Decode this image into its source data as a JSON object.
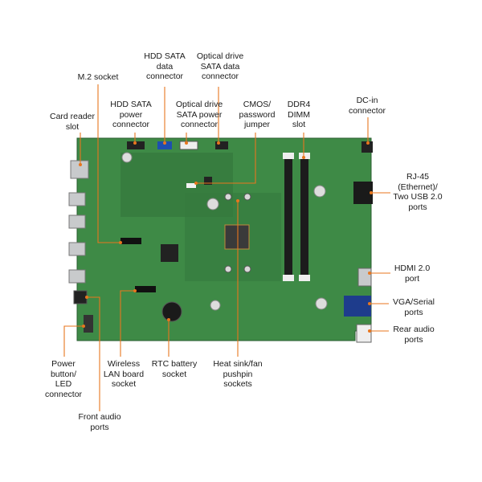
{
  "theme": {
    "pcb": "#3e8a46",
    "pcb_dark": "#2f6f37",
    "leader": "#e8761e",
    "metal": "#c8cacc"
  },
  "labels": {
    "m2_socket": "M.2 socket",
    "hdd_sata_data": "HDD SATA\ndata\nconnector",
    "optical_sata_data": "Optical drive\nSATA data\nconnector",
    "card_reader": "Card reader\nslot",
    "hdd_sata_power": "HDD SATA\npower\nconnector",
    "optical_sata_power": "Optical drive\nSATA power\nconnector",
    "cmos_jumper": "CMOS/\npassword\njumper",
    "ddr4_dimm": "DDR4\nDIMM\nslot",
    "dc_in": "DC-in\nconnector",
    "rj45_usb": "RJ-45\n(Ethernet)/\nTwo USB 2.0\nports",
    "hdmi": "HDMI 2.0\nport",
    "vga_serial": "VGA/Serial\nports",
    "rear_audio": "Rear audio\nports",
    "power_button": "Power\nbutton/\nLED\nconnector",
    "wireless_lan": "Wireless\nLAN board\nsocket",
    "rtc_battery": "RTC battery\nsocket",
    "heat_sink": "Heat sink/fan\npushpin\nsockets",
    "front_audio": "Front audio\nports"
  }
}
